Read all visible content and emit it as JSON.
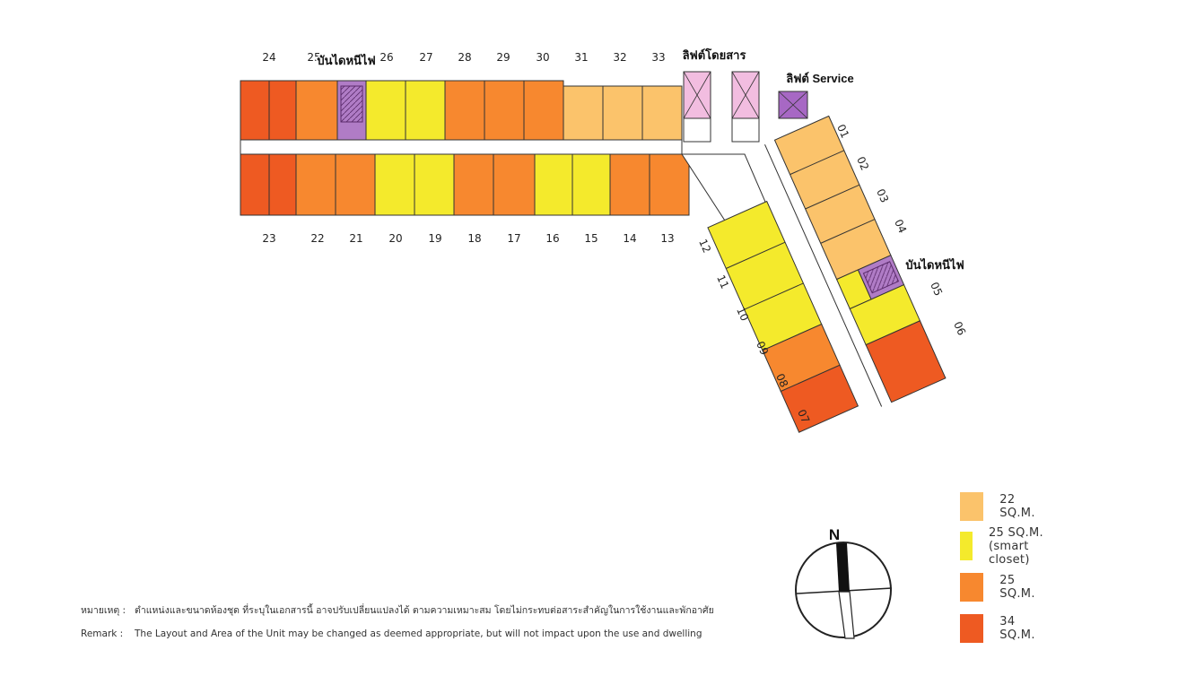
{
  "plan": {
    "unit_numbers_top": [
      "24",
      "25",
      "26",
      "27",
      "28",
      "29",
      "30",
      "31",
      "32",
      "33"
    ],
    "unit_numbers_bottom": [
      "23",
      "22",
      "21",
      "20",
      "19",
      "18",
      "17",
      "16",
      "15",
      "14",
      "13"
    ],
    "unit_numbers_right": [
      "01",
      "02",
      "03",
      "04",
      "05",
      "06"
    ],
    "unit_numbers_left_wing": [
      "12",
      "11",
      "10",
      "09",
      "08",
      "07"
    ],
    "label_fire_stair": "บันไดหนีไฟ",
    "label_passenger_lift": "ลิฟต์โดยสาร",
    "label_service_lift": "ลิฟต์ Service",
    "compass_label": "N"
  },
  "legend": [
    {
      "label": "22   SQ.M.",
      "color": "#fbc36b"
    },
    {
      "label": "25   SQ.M. (smart closet)",
      "color": "#f4ea2c"
    },
    {
      "label": "25   SQ.M.",
      "color": "#f7882f"
    },
    {
      "label": "34   SQ.M.",
      "color": "#ee5a22"
    }
  ],
  "remarks": {
    "thai_key": "หมายเหตุ  :",
    "thai_text": "ตำแหน่งและขนาดห้องชุด ที่ระบุในเอกสารนี้ อาจปรับเปลี่ยนแปลงได้ ตามความเหมาะสม โดยไม่กระทบต่อสาระสำคัญในการใช้งานและพักอาศัย",
    "en_key": "Remark   :",
    "en_text": "The Layout and Area of the Unit may be changed as deemed appropriate, but will not impact upon the use and dwelling"
  },
  "colors": {
    "c22": "#fbc36b",
    "c25s": "#f4ea2c",
    "c25": "#f7882f",
    "c34": "#ee5a22",
    "stair": "#b07cc6",
    "lift": "#f2bde0",
    "service_lift": "#a768c4"
  }
}
